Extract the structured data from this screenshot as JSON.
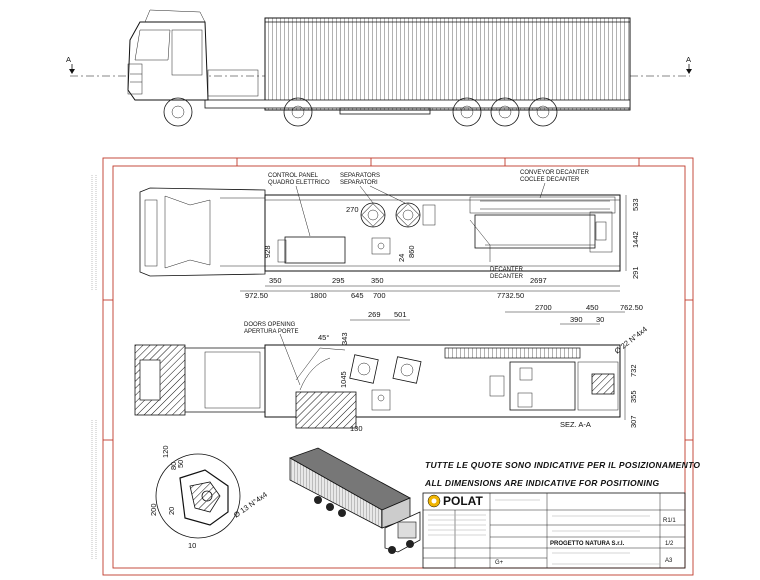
{
  "section_marker": "A",
  "labels": {
    "control_panel": [
      "CONTROL PANEL",
      "QUADRO ELETTRICO"
    ],
    "separators": [
      "SEPARATORS",
      "SEPARATORI"
    ],
    "conveyor_decanter": [
      "CONVEYOR DECANTER",
      "COCLEE DECANTER"
    ],
    "decanter": [
      "DECANTER",
      "DECANTER"
    ],
    "doors_opening": [
      "DOORS OPENING",
      "APERTURA PORTE"
    ],
    "section": "SEZ. A-A"
  },
  "top_view_dims": {
    "horizontal": [
      "350",
      "295",
      "350",
      "972.50",
      "1800",
      "645",
      "700",
      "7732.50",
      "2697"
    ],
    "vertical_left": [
      "928",
      "24",
      "860"
    ],
    "vertical_right": [
      "533",
      "1442",
      "291"
    ],
    "separator_angle": "270"
  },
  "side_view_dims": {
    "top": [
      "2700",
      "450",
      "762.50",
      "390",
      "30",
      "269",
      "501",
      "343"
    ],
    "vertical_right": [
      "732",
      "355",
      "307"
    ],
    "vertical_left": [
      "1045"
    ],
    "bottom": "130",
    "angle": "45°",
    "hole_spec": "Ø 22 N°4x4"
  },
  "detail_dims": {
    "items": [
      "120",
      "80",
      "50",
      "200",
      "20",
      "10"
    ],
    "hole_spec": "Ø 13 N°4x4"
  },
  "notes": {
    "it": "TUTTE LE QUOTE SONO INDICATIVE PER IL POSIZIONAMENTO",
    "en": "ALL DIMENSIONS ARE INDICATIVE FOR POSITIONING"
  },
  "title_block": {
    "logo": "POLAT",
    "project": "PROGETTO NATURA S.r.l.",
    "revision": "R1/1",
    "sheet": "1/2",
    "format": "A3",
    "scale": "G+"
  },
  "colors": {
    "frame": "#c0392b",
    "ink": "#111111"
  }
}
